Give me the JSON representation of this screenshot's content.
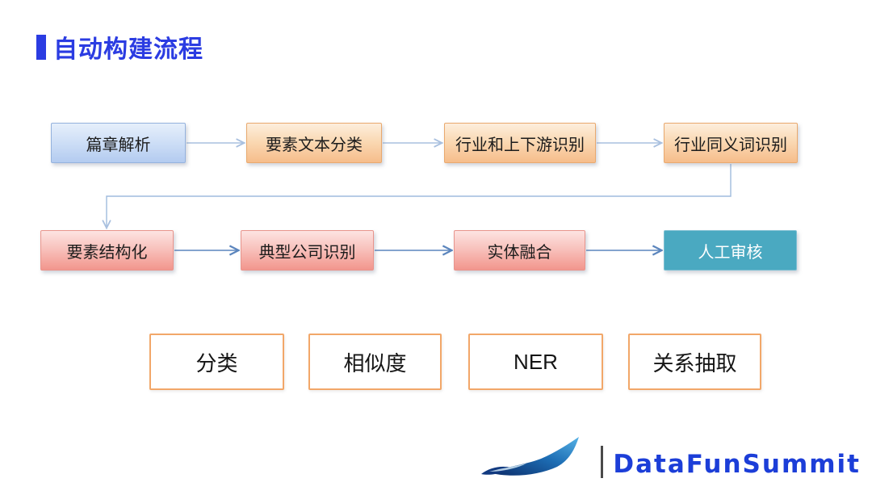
{
  "title": {
    "label": "自动构建流程",
    "accent_color": "#2b3ce2"
  },
  "flow": {
    "row1": [
      {
        "label": "篇章解析",
        "style": "blue"
      },
      {
        "label": "要素文本分类",
        "style": "orange"
      },
      {
        "label": "行业和上下游识别",
        "style": "orange"
      },
      {
        "label": "行业同义词识别",
        "style": "orange"
      }
    ],
    "row2": [
      {
        "label": "要素结构化",
        "style": "pink"
      },
      {
        "label": "典型公司识别",
        "style": "pink"
      },
      {
        "label": "实体融合",
        "style": "pink"
      },
      {
        "label": "人工审核",
        "style": "teal"
      }
    ],
    "capabilities": [
      {
        "label": "分类"
      },
      {
        "label": "相似度"
      },
      {
        "label": "NER"
      },
      {
        "label": "关系抽取"
      }
    ],
    "edges": [
      {
        "from": "篇章解析",
        "to": "要素文本分类"
      },
      {
        "from": "要素文本分类",
        "to": "行业和上下游识别"
      },
      {
        "from": "行业和上下游识别",
        "to": "行业同义词识别"
      },
      {
        "from": "行业同义词识别",
        "to": "要素结构化"
      },
      {
        "from": "要素结构化",
        "to": "典型公司识别"
      },
      {
        "from": "典型公司识别",
        "to": "实体融合"
      },
      {
        "from": "实体融合",
        "to": "人工审核"
      }
    ]
  },
  "colors": {
    "title_blue": "#2b3ce2",
    "box_blue_top": "#e6effb",
    "box_blue_bottom": "#b3cbf0",
    "box_blue_border": "#94b2dd",
    "box_orange_top": "#fdeedd",
    "box_orange_bottom": "#f6bd8b",
    "box_orange_border": "#e9a96e",
    "box_pink_top": "#fde4e2",
    "box_pink_bottom": "#f2968d",
    "box_pink_border": "#e8948c",
    "box_teal_fill": "#4aa9c1",
    "box_teal_border": "#7cbfd2",
    "capability_outline": "#f2a769",
    "arrow_light": "#a9c0df",
    "arrow_blue": "#5b85bd",
    "brand_blue": "#1c3ed8"
  },
  "footer": {
    "brand": "DataFunSummit",
    "separator": "|",
    "swoosh_icon": "datafun-swoosh"
  }
}
